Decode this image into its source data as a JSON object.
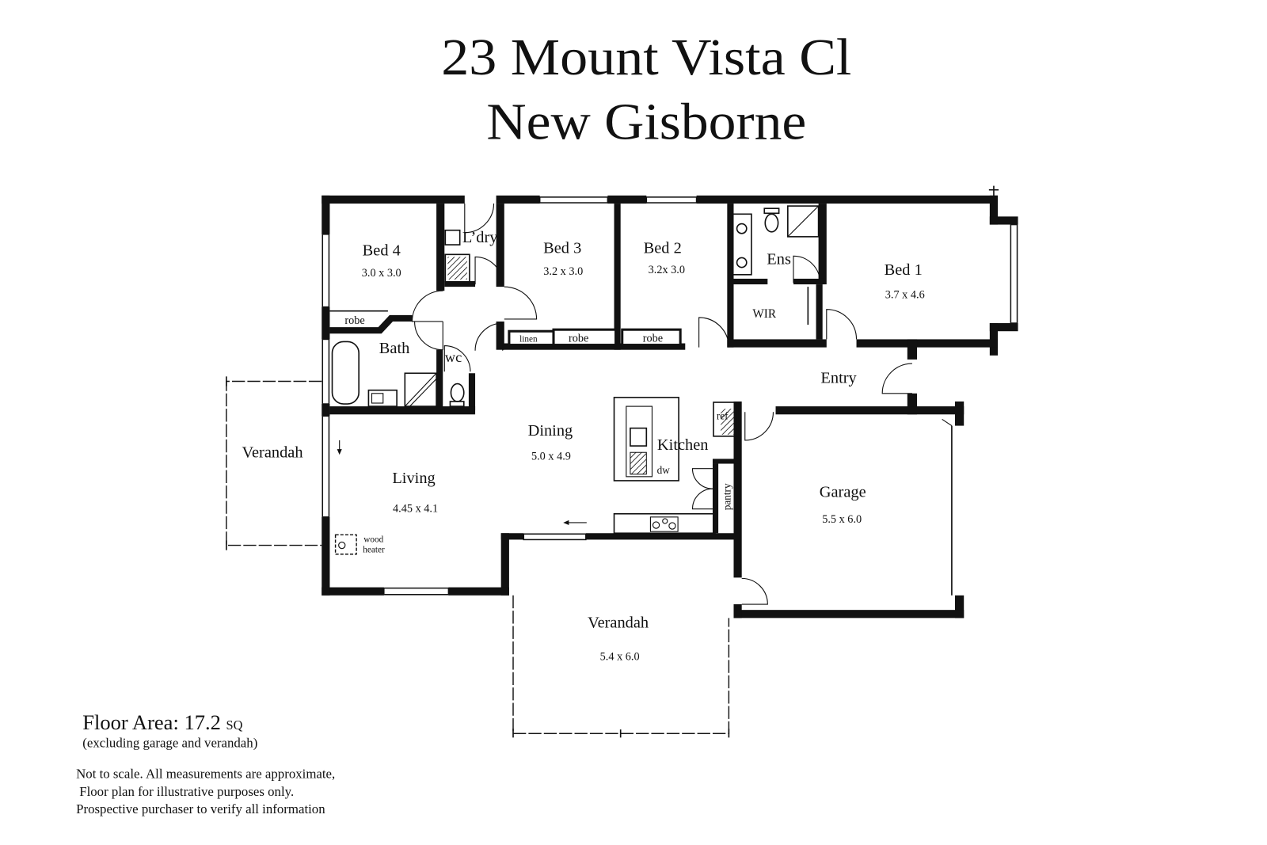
{
  "title": {
    "line1": "23 Mount Vista Cl",
    "line2": "New Gisborne"
  },
  "rooms": {
    "bed4": {
      "name": "Bed 4",
      "size": "3.0 x 3.0"
    },
    "laundry": {
      "name": "L’dry"
    },
    "bed3": {
      "name": "Bed 3",
      "size": "3.2 x 3.0"
    },
    "bed2": {
      "name": "Bed 2",
      "size": "3.2x 3.0"
    },
    "ensuite": {
      "name": "Ens"
    },
    "bed1": {
      "name": "Bed 1",
      "size": "3.7 x 4.6"
    },
    "wir": {
      "name": "WIR"
    },
    "robe_bed4": {
      "name": "robe"
    },
    "bath": {
      "name": "Bath"
    },
    "wc": {
      "name": "wc"
    },
    "linen": {
      "name": "linen"
    },
    "robe_bed3": {
      "name": "robe"
    },
    "robe_bed2": {
      "name": "robe"
    },
    "entry": {
      "name": "Entry"
    },
    "fridge": {
      "name": "ref"
    },
    "dining": {
      "name": "Dining",
      "size": "5.0 x 4.9"
    },
    "kitchen": {
      "name": "Kitchen"
    },
    "dishwasher": {
      "name": "dw"
    },
    "pantry": {
      "name": "pantry"
    },
    "garage": {
      "name": "Garage",
      "size": "5.5 x 6.0"
    },
    "verandah_side": {
      "name": "Verandah"
    },
    "living": {
      "name": "Living",
      "size": "4.45 x 4.1"
    },
    "wood_heater": {
      "line1": "wood",
      "line2": "heater"
    },
    "verandah_rear": {
      "name": "Verandah",
      "size": "5.4 x 6.0"
    }
  },
  "floor_area": {
    "label": "Floor Area: 17.2",
    "unit": "SQ",
    "note": "(excluding garage and verandah)"
  },
  "disclaimer": [
    "Not to scale. All measurements are approximate,",
    "Floor plan for illustrative purposes only.",
    "Prospective purchaser to verify all information"
  ],
  "colors": {
    "ink": "#111111",
    "background": "#ffffff"
  }
}
